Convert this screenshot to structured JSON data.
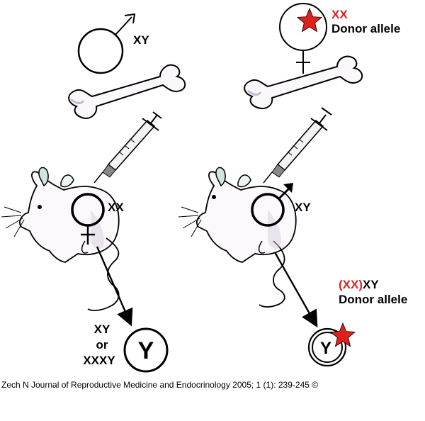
{
  "left": {
    "donor_label": "XY",
    "recipient_label": "XX",
    "offspring_label_lines": [
      "XY",
      "or",
      "XXXY"
    ],
    "offspring_cell_letter": "Y"
  },
  "right": {
    "donor_label_red": "XX",
    "donor_label_black": "Donor allele",
    "recipient_label": "XY",
    "offspring_label_red": "(XX)",
    "offspring_label_black": "XY",
    "offspring_label_line2": "Donor allele",
    "offspring_cell_letter": "Y"
  },
  "colors": {
    "accent_red": "#e0201c",
    "line": "#000000"
  },
  "caption": "Zech N Journal of Reproductive Medicine and Endocrinology 2005; 1 (1): 239-245 ©"
}
